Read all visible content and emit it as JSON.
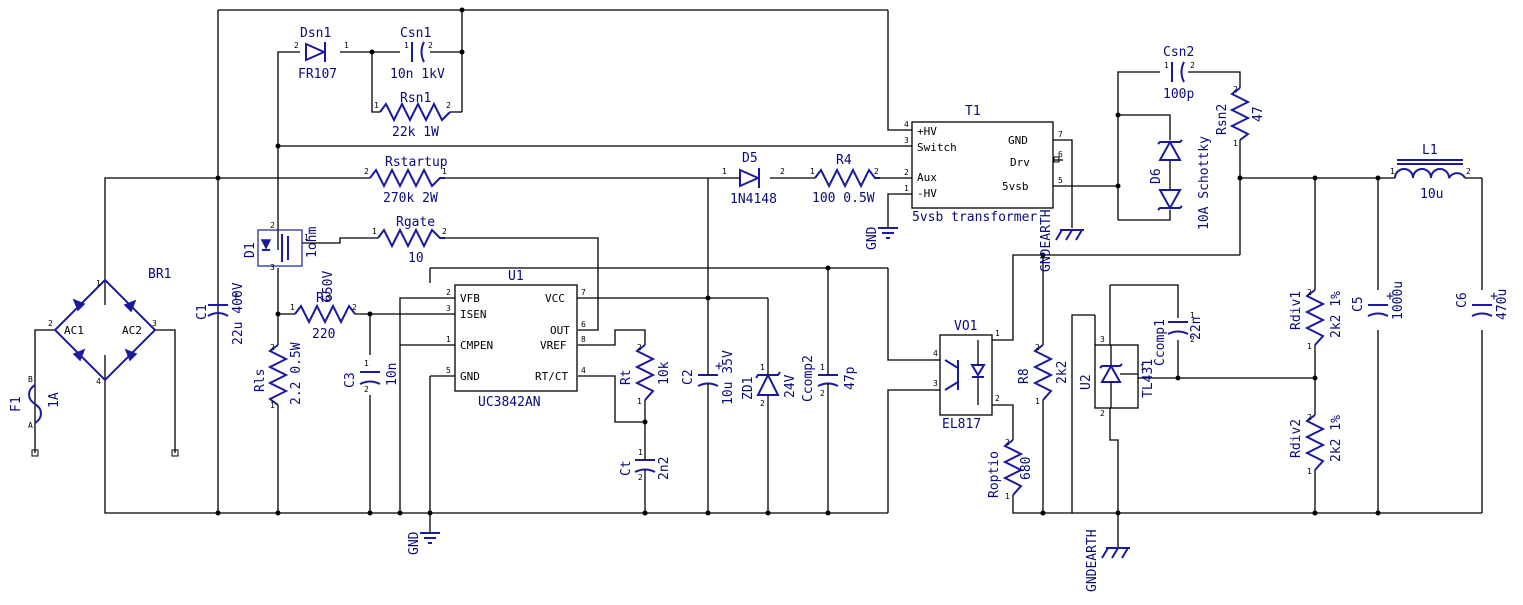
{
  "components": {
    "F1": {
      "ref": "F1",
      "value": "1A"
    },
    "BR1": {
      "ref": "BR1",
      "pins": [
        "AC1",
        "AC2"
      ]
    },
    "C1": {
      "ref": "C1",
      "value": "22u 400V"
    },
    "Dsn1": {
      "ref": "Dsn1",
      "value": "FR107"
    },
    "Csn1": {
      "ref": "Csn1",
      "value": "10n 1kV"
    },
    "Rsn1": {
      "ref": "Rsn1",
      "value": "22k 1W"
    },
    "Rstartup": {
      "ref": "Rstartup",
      "value": "270k 2W"
    },
    "D1": {
      "ref": "D1",
      "value": "1ohm",
      "value2": "650V"
    },
    "Rgate": {
      "ref": "Rgate",
      "value": "10"
    },
    "R3": {
      "ref": "R3",
      "value": "220"
    },
    "Rls": {
      "ref": "Rls",
      "value": "2.2 0.5W"
    },
    "C3": {
      "ref": "C3",
      "value": "10n"
    },
    "U1": {
      "ref": "U1",
      "part": "UC3842AN",
      "pins_left": [
        "VFB",
        "ISEN",
        "CMPEN",
        "GND"
      ],
      "pins_right": [
        "VCC",
        "OUT",
        "VREF",
        "RT/CT"
      ]
    },
    "Rt": {
      "ref": "Rt",
      "value": "10k"
    },
    "Ct": {
      "ref": "Ct",
      "value": "2n2"
    },
    "C2": {
      "ref": "C2",
      "value": "10u 35V"
    },
    "ZD1": {
      "ref": "ZD1",
      "value": "24V"
    },
    "Ccomp2": {
      "ref": "Ccomp2",
      "value": "47p"
    },
    "D5": {
      "ref": "D5",
      "value": "1N4148"
    },
    "R4": {
      "ref": "R4",
      "value": "100 0.5W"
    },
    "T1": {
      "ref": "T1",
      "value": "5vsb transformer",
      "pins_left": [
        "+HV",
        "Switch",
        "Aux",
        "-HV"
      ],
      "pins_right": [
        "GND",
        "Drv",
        "5vsb"
      ]
    },
    "Csn2": {
      "ref": "Csn2",
      "value": "100p"
    },
    "Rsn2": {
      "ref": "Rsn2",
      "value": "47"
    },
    "D6": {
      "ref": "D6",
      "value": "10A Schottky"
    },
    "L1": {
      "ref": "L1",
      "value": "10u"
    },
    "VO1": {
      "ref": "VO1",
      "value": "EL817"
    },
    "R8": {
      "ref": "R8",
      "value": "2k2"
    },
    "Roptio": {
      "ref": "Roptio",
      "value": "680"
    },
    "U2": {
      "ref": "U2",
      "value": "TL431"
    },
    "Ccomp1": {
      "ref": "Ccomp1",
      "value": "22n"
    },
    "Rdiv1": {
      "ref": "Rdiv1",
      "value": "2k2 1%"
    },
    "Rdiv2": {
      "ref": "Rdiv2",
      "value": "2k2 1%"
    },
    "C5": {
      "ref": "C5",
      "value": "1000u"
    },
    "C6": {
      "ref": "C6",
      "value": "470u"
    }
  },
  "nets": {
    "gnd": "GND",
    "gndearth": "GNDEARTH"
  }
}
